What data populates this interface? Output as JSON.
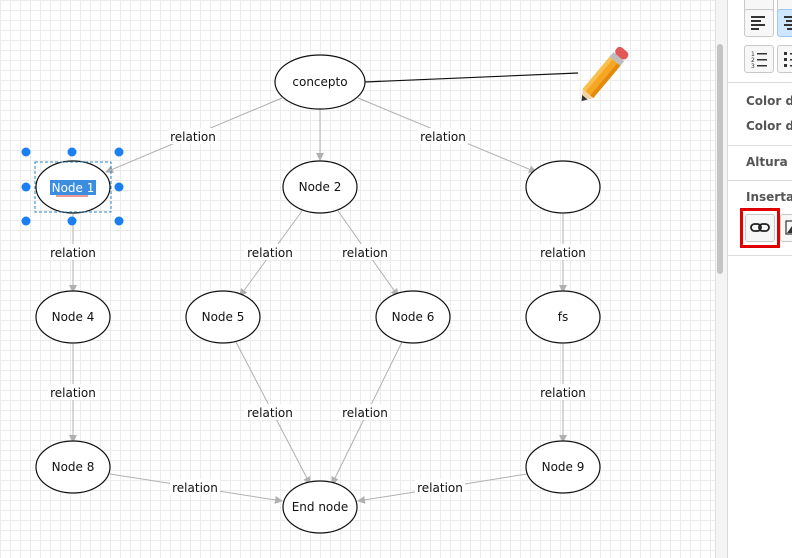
{
  "canvas": {
    "nodes": [
      {
        "id": "concepto",
        "label": "concepto"
      },
      {
        "id": "node1",
        "label": "Node 1"
      },
      {
        "id": "node2",
        "label": "Node 2"
      },
      {
        "id": "unnamed",
        "label": ""
      },
      {
        "id": "node4",
        "label": "Node 4"
      },
      {
        "id": "node5",
        "label": "Node 5"
      },
      {
        "id": "node6",
        "label": "Node 6"
      },
      {
        "id": "fs",
        "label": "fs"
      },
      {
        "id": "node8",
        "label": "Node 8"
      },
      {
        "id": "node9",
        "label": "Node 9"
      },
      {
        "id": "endnode",
        "label": "End node"
      }
    ],
    "edge_label": "relation",
    "selected_node": "node1"
  },
  "panel": {
    "labels": {
      "fill_color": "Color de",
      "font_color": "Color de",
      "height": "Altura de",
      "insert": "Insertar"
    }
  },
  "colors": {
    "selection_handle": "#1a7ff0",
    "highlight": "#e00000",
    "edge": "#b0b0b0"
  }
}
